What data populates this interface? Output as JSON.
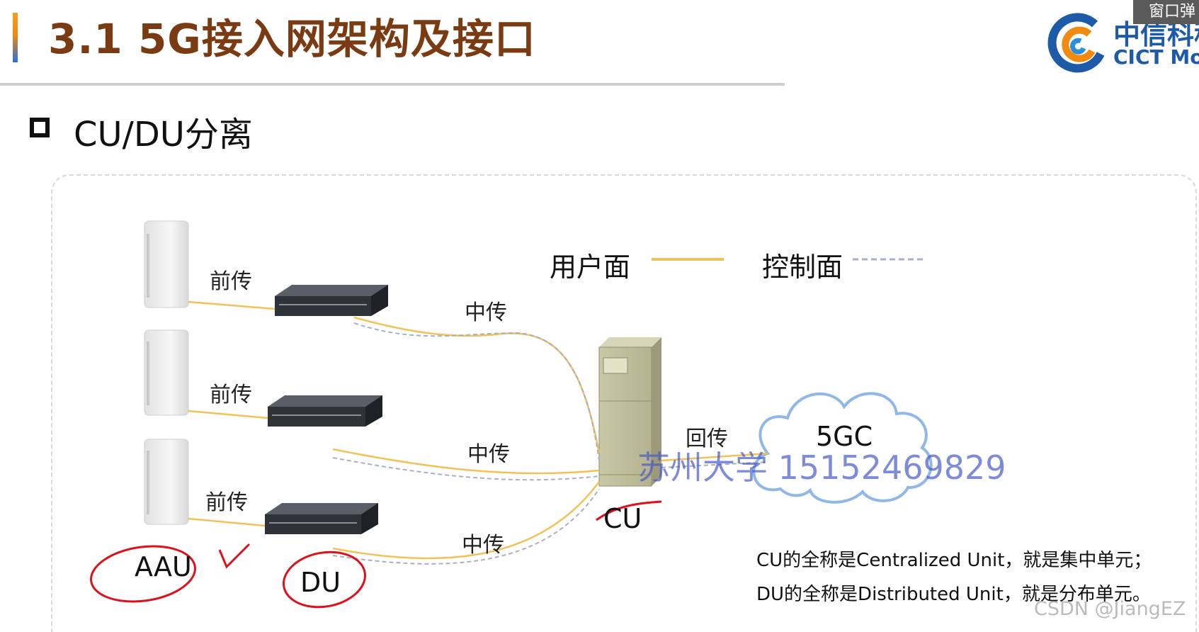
{
  "header": {
    "title": "3.1 5G接入网架构及接口",
    "logo_cn": "中信科移",
    "logo_en": "CICT Mo",
    "popup_label": "窗口弹"
  },
  "section": {
    "title": "CU/DU分离"
  },
  "legend": {
    "user_plane": "用户面",
    "user_plane_color": "#f2c25a",
    "control_plane": "控制面",
    "control_plane_color": "#a7b0c4"
  },
  "links": {
    "fronthaul": [
      "前传",
      "前传",
      "前传"
    ],
    "midhaul": [
      "中传",
      "中传",
      "中传"
    ],
    "backhaul": "回传"
  },
  "nodes": {
    "core": "5GC"
  },
  "handwritten": {
    "aau": "AAU",
    "du": "DU",
    "cu": "CU"
  },
  "notes": [
    "CU的全称是Centralized Unit，就是集中单元；",
    "DU的全称是Distributed Unit，就是分布单元。"
  ],
  "watermark": "苏州大学 15152469829",
  "source_mark": "CSDN @JiangEZ"
}
